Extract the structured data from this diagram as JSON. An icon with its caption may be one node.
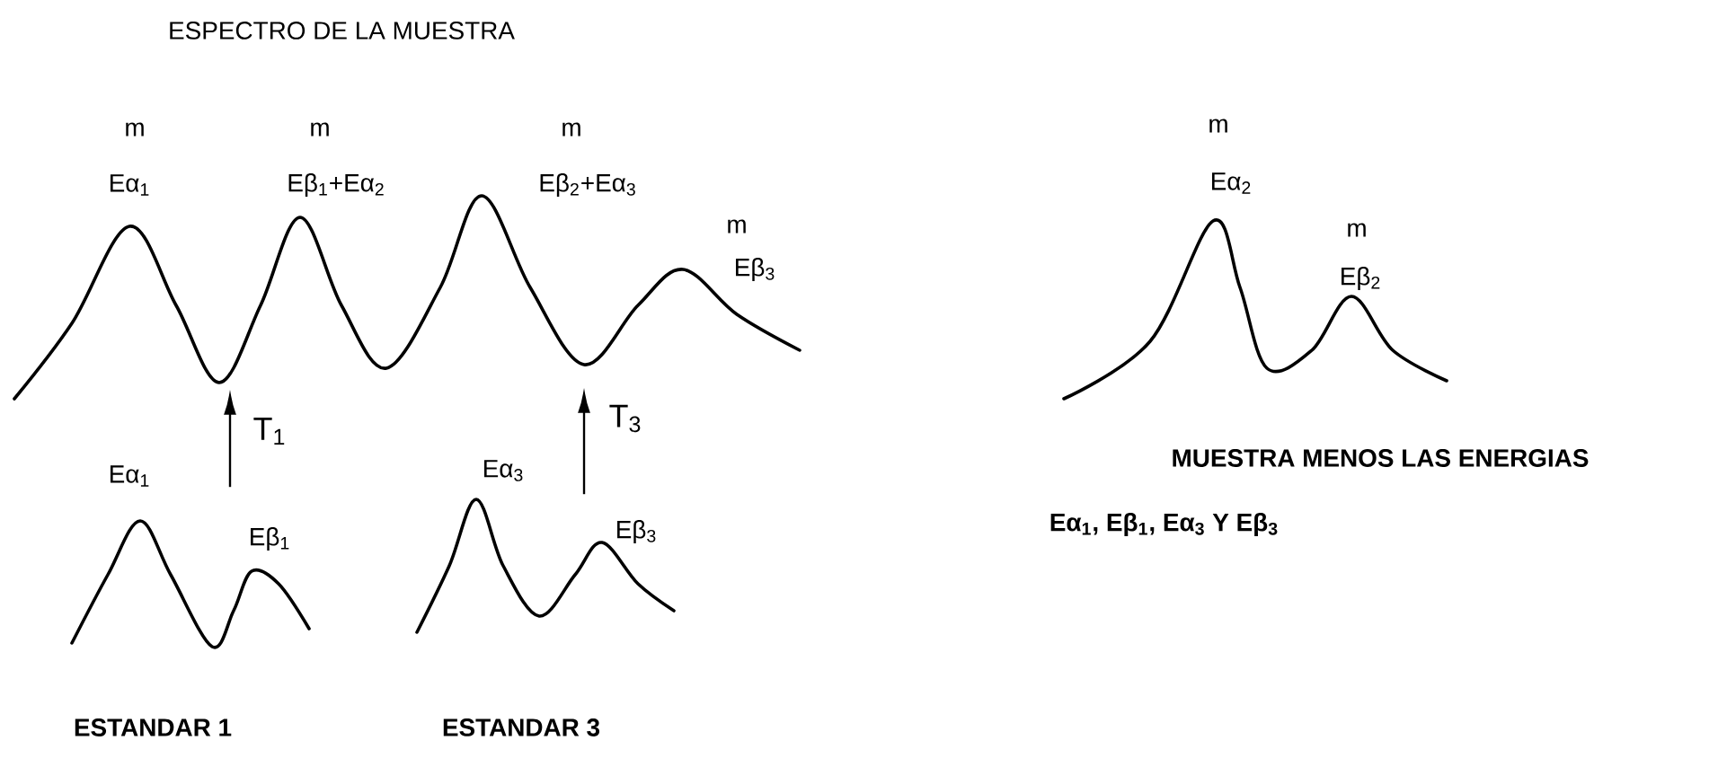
{
  "diagram": {
    "title": "ESPECTRO DE LA MUESTRA",
    "nodes": [
      {
        "text": [],
        "shape": "picture"
      },
      {
        "text": [],
        "shape": "picture",
        "beside": [
          "ESTANDAR 1"
        ]
      },
      {
        "text": [],
        "shape": "picture",
        "beside": [
          "ESTANDAR 3"
        ]
      },
      {
        "text": [],
        "shape": "picture",
        "beside": [
          "MUESTRA MENOS LAS ENERGIAS",
          "Eα$_{1}$, Eβ$_{1}$, Eα$_{3}$ Y Eβ$_{3}$"
        ]
      }
    ],
    "edges": [
      {
        "from": 1,
        "to": 0,
        "arrow": "to",
        "label": "T$_{1}$"
      },
      {
        "from": 2,
        "to": 0,
        "arrow": "to",
        "label": "T$_{3}$"
      }
    ],
    "labels": [
      "m",
      "Eα$_{1}$",
      "m",
      "Eβ$_{1}$+Eα$_{2}$",
      "m",
      "Eβ$_{2}$+Eα$_{3}$",
      "m",
      "Eβ$_{3}$",
      "Eα$_{1}$",
      "Eβ$_{1}$",
      "Eα$_{3}$",
      "Eβ$_{3}$",
      "m",
      "Eα$_{2}$",
      "m",
      "Eβ$_{2}$"
    ]
  }
}
